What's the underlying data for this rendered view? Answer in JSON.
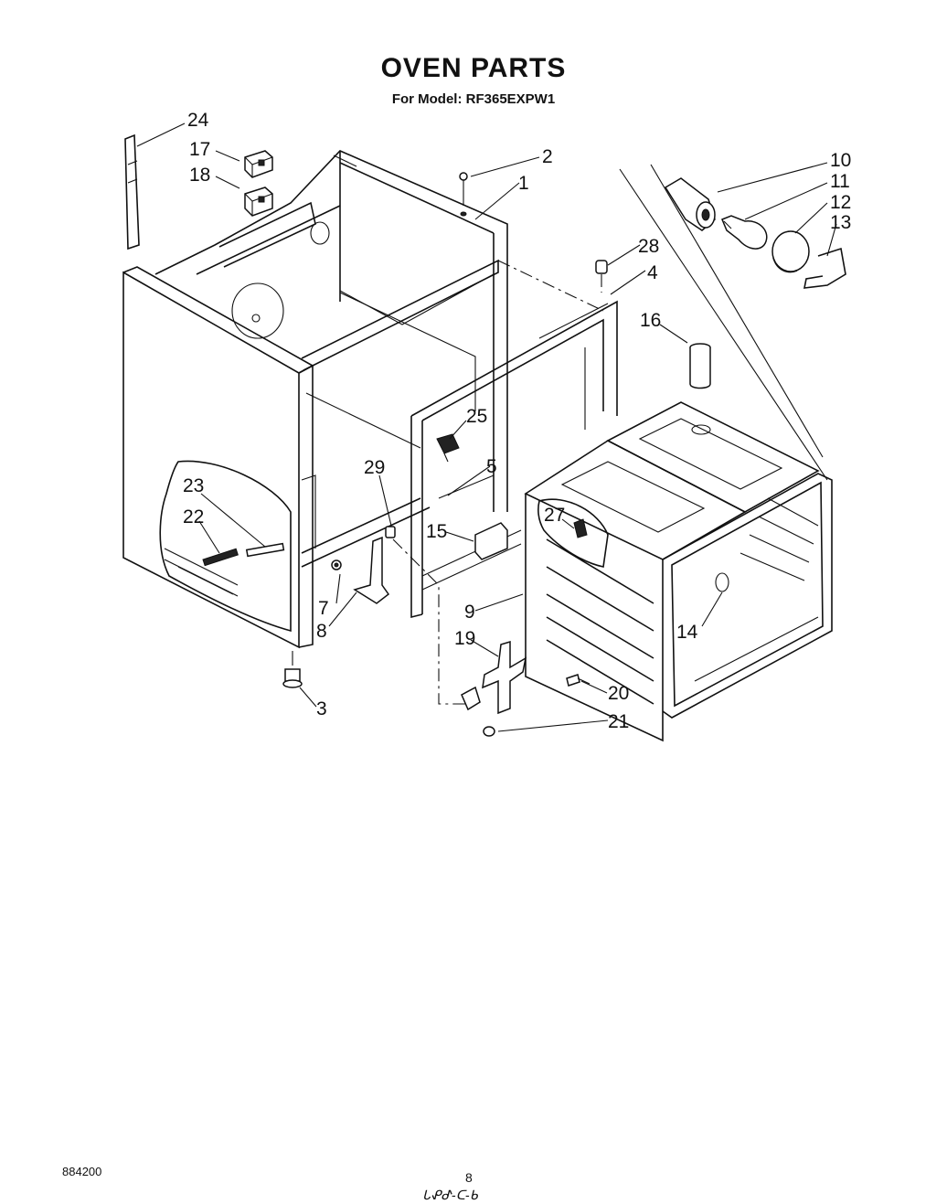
{
  "header": {
    "title": "OVEN PARTS",
    "subtitle": "For Model: RF365EXPW1"
  },
  "callouts": [
    {
      "label": "24"
    },
    {
      "label": "17"
    },
    {
      "label": "18"
    },
    {
      "label": "2"
    },
    {
      "label": "1"
    },
    {
      "label": "10"
    },
    {
      "label": "11"
    },
    {
      "label": "12"
    },
    {
      "label": "13"
    },
    {
      "label": "28"
    },
    {
      "label": "4"
    },
    {
      "label": "16"
    },
    {
      "label": "25"
    },
    {
      "label": "29"
    },
    {
      "label": "5"
    },
    {
      "label": "23"
    },
    {
      "label": "22"
    },
    {
      "label": "27"
    },
    {
      "label": "15"
    },
    {
      "label": "7"
    },
    {
      "label": "8"
    },
    {
      "label": "9"
    },
    {
      "label": "14"
    },
    {
      "label": "19"
    },
    {
      "label": "20"
    },
    {
      "label": "21"
    },
    {
      "label": "3"
    }
  ],
  "footer": {
    "code": "884200",
    "page": "8",
    "handwritten": "ᒐᕵᕷ-ᑕ-ᑲ"
  }
}
